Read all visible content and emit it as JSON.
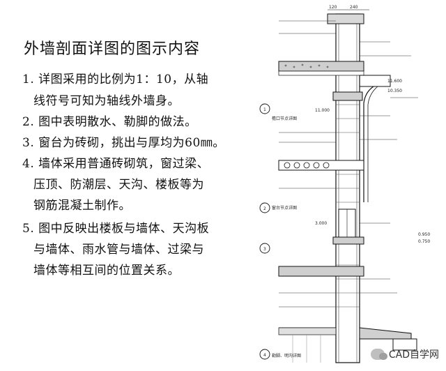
{
  "title": "外墙剖面详图的图示内容",
  "items": [
    "1. 详图采用的比例为1：10，从轴",
    "线符号可知为轴线外墙身。",
    "2. 图中表明散水、勒脚的做法。",
    "3. 窗台为砖砌，挑出与厚均为60㎜。",
    "4. 墙体采用普通砖砌筑，窗过梁、",
    "压顶、防潮层、天沟、楼板等为",
    "钢筋混凝土制作。",
    "5. 图中反映出楼板与墙体、天沟板",
    "与墙体、雨水管与墙体、过梁与",
    "墙体等相互间的位置关系。"
  ],
  "drawing": {
    "dims_top": [
      "120",
      "240"
    ],
    "detail_labels": [
      "檐口节点详图",
      "窗台节点详图",
      "勒脚、明沟详图"
    ],
    "elevations": [
      "11.000",
      "10.350",
      "11.600",
      "3.000",
      "0.950",
      "0.750"
    ],
    "marks": [
      "1",
      "2",
      "3",
      "4"
    ]
  },
  "watermark": "CAD自学网"
}
